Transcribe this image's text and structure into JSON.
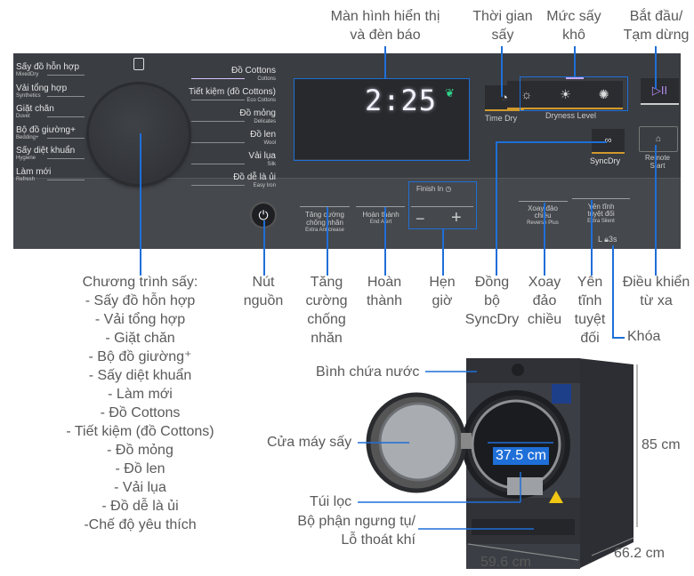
{
  "top_labels": {
    "display": [
      "Màn hình hiển thị",
      "và đèn báo"
    ],
    "time_dry": [
      "Thời gian",
      "sấy"
    ],
    "dryness": [
      "Mức sấy",
      "khô"
    ],
    "start_pause": [
      "Bắt đầu/",
      "Tạm dừng"
    ]
  },
  "panel": {
    "left_programs": [
      {
        "vi": "Sấy đồ hỗn hợp",
        "en": "MixedDry"
      },
      {
        "vi": "Vải tổng hợp",
        "en": "Synthetics"
      },
      {
        "vi": "Giặt chăn",
        "en": "Duvet"
      },
      {
        "vi": "Bộ đồ giường+",
        "en": "Bedding+"
      },
      {
        "vi": "Sấy diệt khuẩn",
        "en": "Hygiene"
      },
      {
        "vi": "Làm mới",
        "en": "Refresh"
      }
    ],
    "right_programs": [
      {
        "vi": "Đồ Cottons",
        "en": "Cottons"
      },
      {
        "vi": "Tiết kiệm (đồ Cottons)",
        "en": "Eco Cottons"
      },
      {
        "vi": "Đồ mỏng",
        "en": "Delicates"
      },
      {
        "vi": "Đồ len",
        "en": "Wool"
      },
      {
        "vi": "Vải lụa",
        "en": "Silk"
      },
      {
        "vi": "Đồ dễ là ủi",
        "en": "Easy Iron"
      }
    ],
    "display_time": "2:25",
    "time_dry_label": "Time Dry",
    "dryness_label": "Dryness Level",
    "syncdry_label": "SyncDry",
    "remote_start_label": [
      "Remote",
      "Start"
    ],
    "finish_in_label": "Finish In",
    "minus": "−",
    "plus": "+",
    "anticrease": [
      "Tăng cường",
      "chống nhăn",
      "Extra Anticrease"
    ],
    "end_alert": [
      "Hoàn thành",
      "End Alert"
    ],
    "reverse_plus": [
      "Xoay đảo",
      "chiều",
      "Reverse Plus"
    ],
    "extra_silent": [
      "Yên tĩnh",
      "tuyệt đối",
      "Extra Silent"
    ],
    "lock_time": "3s",
    "accent_color": "#1f6fd8",
    "eco_icon_color": "#2fd38a"
  },
  "bottom_labels": {
    "programs_title": "Chương trình sấy:",
    "programs": [
      "- Sấy đồ hỗn hợp",
      "- Vải tổng hợp",
      "- Giặt chăn",
      "- Bộ đồ giường⁺",
      "- Sấy diệt khuẩn",
      "- Làm mới",
      "- Đồ Cottons",
      "- Tiết kiệm (đồ Cottons)",
      "- Đồ mỏng",
      "- Đồ len",
      "- Vải lụa",
      "- Đồ dễ là ủi",
      "-Chế độ yêu thích"
    ],
    "power": [
      "Nút",
      "nguồn"
    ],
    "anticrease": [
      "Tăng",
      "cường",
      "chống",
      "nhăn"
    ],
    "end_alert": [
      "Hoàn",
      "thành"
    ],
    "timer": [
      "Hẹn",
      "giờ"
    ],
    "syncdry": [
      "Đồng",
      "bộ",
      "SyncDry"
    ],
    "reverse": [
      "Xoay",
      "đảo",
      "chiều"
    ],
    "silent": [
      "Yên",
      "tĩnh",
      "tuyệt",
      "đối"
    ],
    "lock": "Khóa",
    "remote": [
      "Điều khiển",
      "từ xa"
    ]
  },
  "dryer": {
    "water_tank": "Bình chứa nước",
    "door": "Cửa máy sấy",
    "drum_diameter": "37.5 cm",
    "filter": "Túi lọc",
    "condenser": [
      "Bộ phận ngưng tụ/",
      "Lỗ thoát khí"
    ],
    "height": "85 cm",
    "width": "59.6 cm",
    "depth": "66.2 cm"
  }
}
